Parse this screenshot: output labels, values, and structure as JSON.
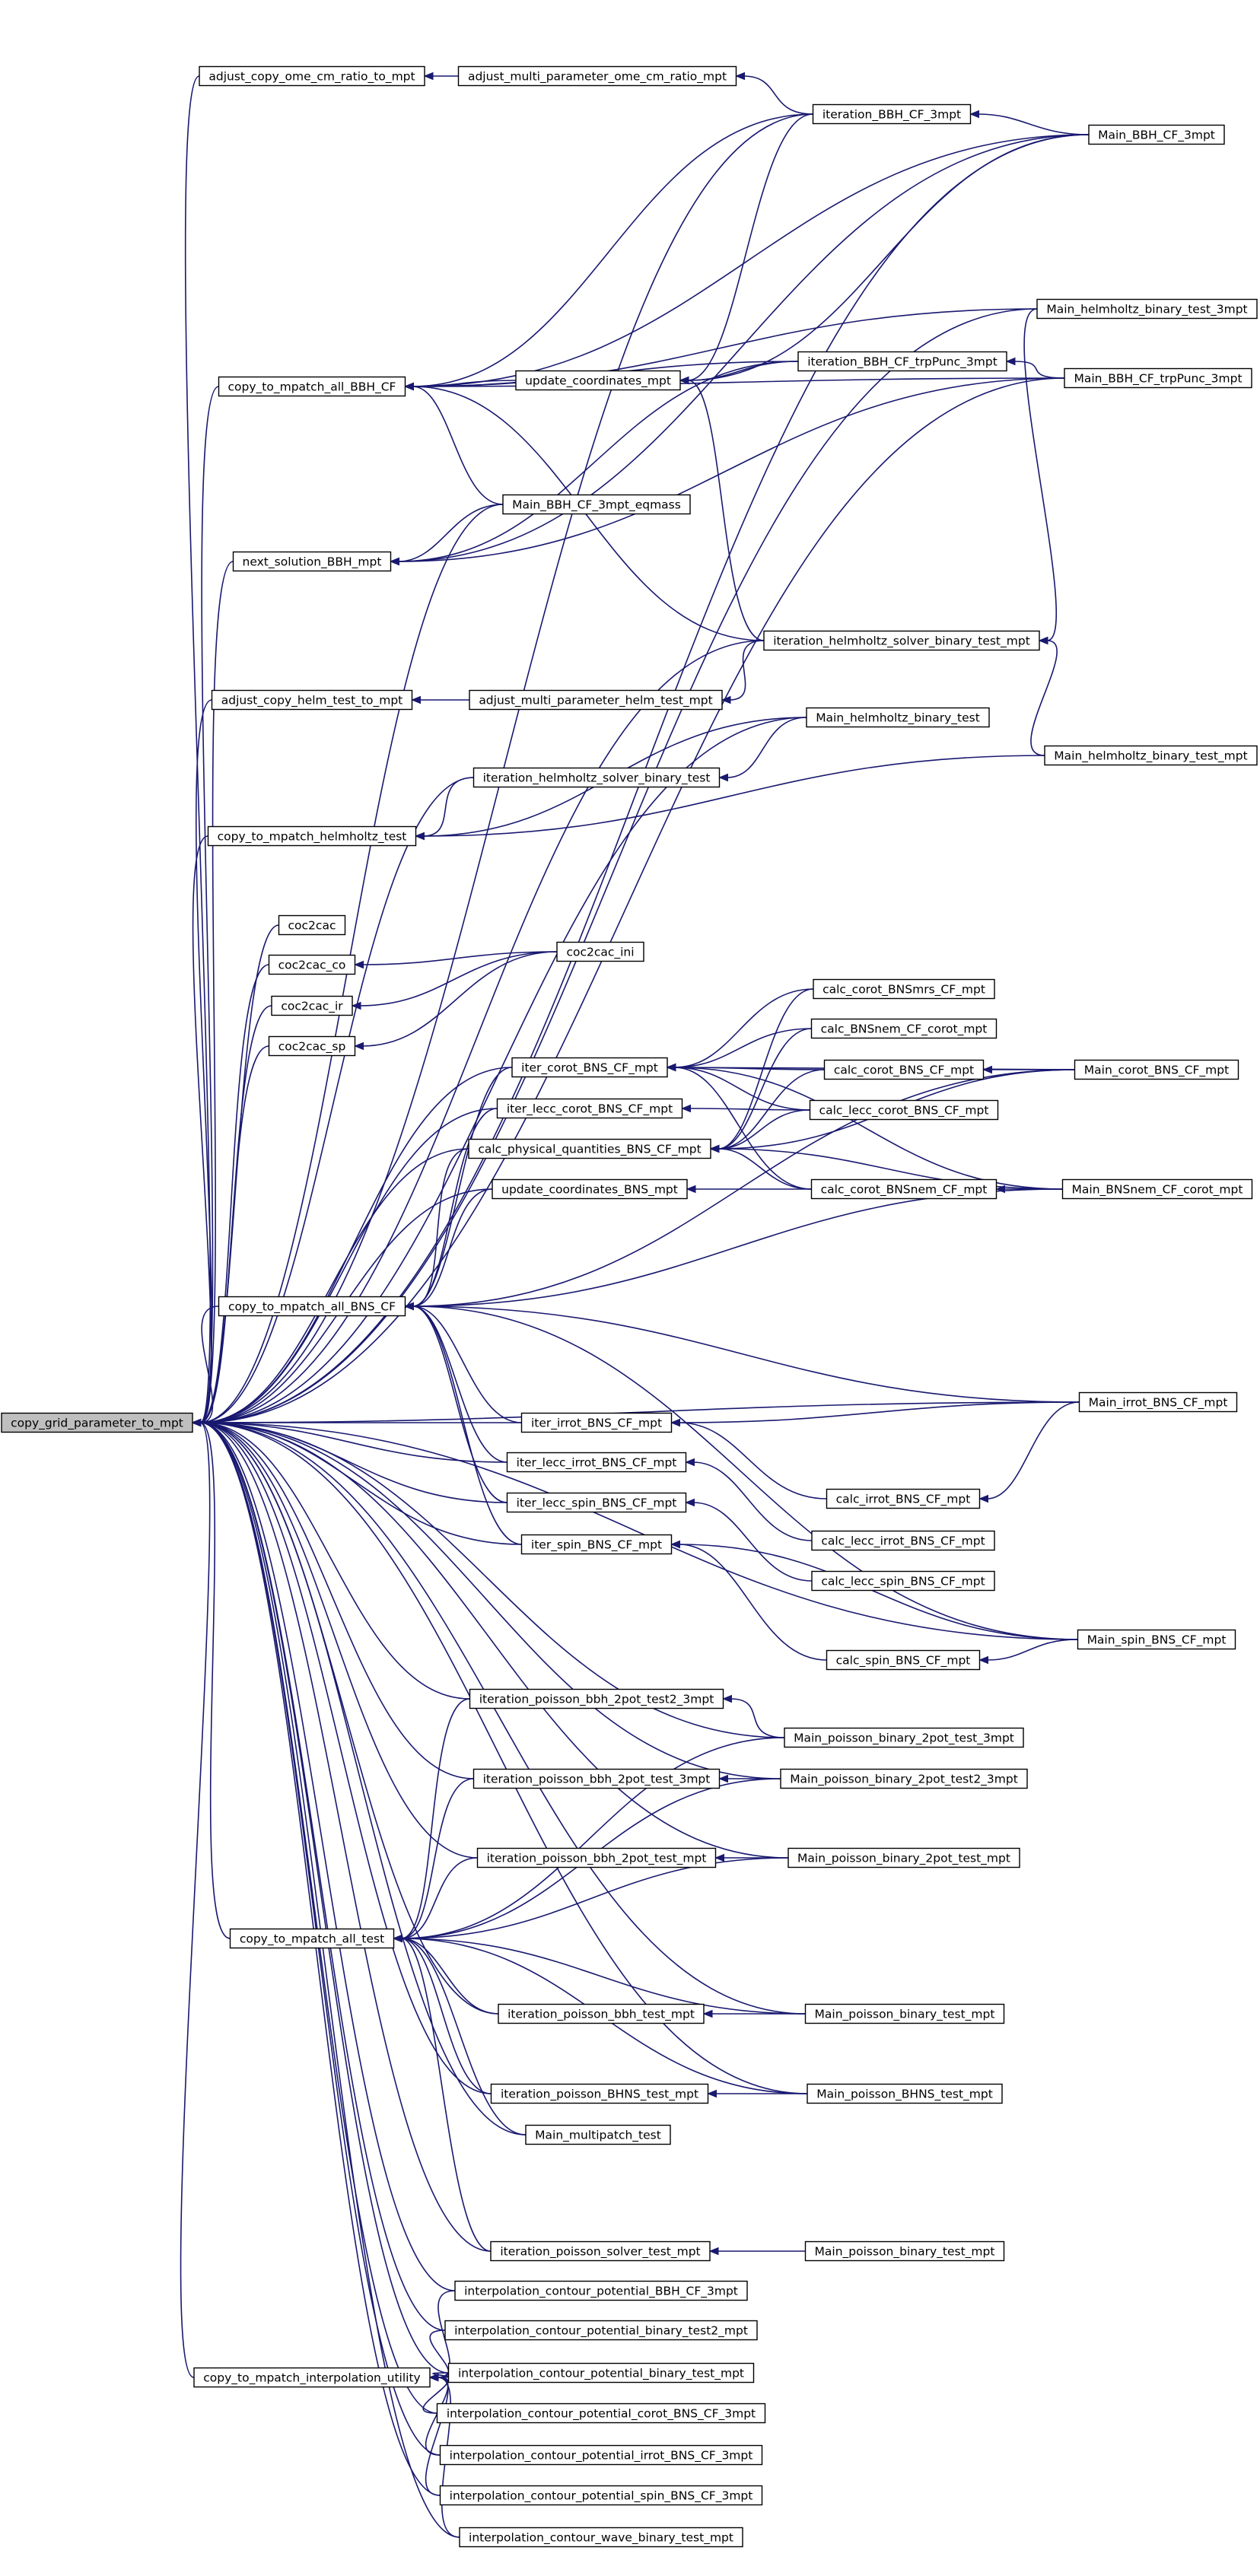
{
  "root": "copy_grid_parameter_to_mpt",
  "colors": {
    "edge": "#191970",
    "node_fill": "#ffffff",
    "root_fill": "#bfbfbf",
    "node_stroke": "#000000"
  },
  "nodes": [
    {
      "id": "n0",
      "label": "copy_grid_parameter_to_mpt",
      "root": true
    },
    {
      "id": "n1",
      "label": "adjust_copy_ome_cm_ratio_to_mpt"
    },
    {
      "id": "n2",
      "label": "adjust_multi_parameter_ome_cm_ratio_mpt"
    },
    {
      "id": "n3",
      "label": "iteration_BBH_CF_3mpt"
    },
    {
      "id": "n4",
      "label": "Main_BBH_CF_3mpt"
    },
    {
      "id": "n5",
      "label": "Main_helmholtz_binary_test_3mpt"
    },
    {
      "id": "n6",
      "label": "copy_to_mpatch_all_BBH_CF"
    },
    {
      "id": "n7",
      "label": "Main_BBH_CF_trpPunc_3mpt"
    },
    {
      "id": "n8",
      "label": "update_coordinates_mpt"
    },
    {
      "id": "n9",
      "label": "iteration_BBH_CF_trpPunc_3mpt"
    },
    {
      "id": "n10",
      "label": "Main_BBH_CF_3mpt_eqmass"
    },
    {
      "id": "n11",
      "label": "next_solution_BBH_mpt"
    },
    {
      "id": "n12",
      "label": "iteration_helmholtz_solver_binary_test_mpt"
    },
    {
      "id": "n13",
      "label": "adjust_copy_helm_test_to_mpt"
    },
    {
      "id": "n14",
      "label": "adjust_multi_parameter_helm_test_mpt"
    },
    {
      "id": "n15",
      "label": "Main_helmholtz_binary_test"
    },
    {
      "id": "n16",
      "label": "iteration_helmholtz_solver_binary_test"
    },
    {
      "id": "n17",
      "label": "Main_helmholtz_binary_test_mpt"
    },
    {
      "id": "n18",
      "label": "copy_to_mpatch_helmholtz_test"
    },
    {
      "id": "n19",
      "label": "coc2cac"
    },
    {
      "id": "n20",
      "label": "coc2cac_co"
    },
    {
      "id": "n21",
      "label": "coc2cac_ini"
    },
    {
      "id": "n22",
      "label": "coc2cac_ir"
    },
    {
      "id": "n23",
      "label": "coc2cac_sp"
    },
    {
      "id": "n24",
      "label": "calc_corot_BNSmrs_CF_mpt"
    },
    {
      "id": "n25",
      "label": "calc_BNSnem_CF_corot_mpt"
    },
    {
      "id": "n26",
      "label": "iter_corot_BNS_CF_mpt"
    },
    {
      "id": "n27",
      "label": "calc_corot_BNS_CF_mpt"
    },
    {
      "id": "n28",
      "label": "Main_corot_BNS_CF_mpt"
    },
    {
      "id": "n29",
      "label": "iter_lecc_corot_BNS_CF_mpt"
    },
    {
      "id": "n30",
      "label": "calc_lecc_corot_BNS_CF_mpt"
    },
    {
      "id": "n31",
      "label": "calc_physical_quantities_BNS_CF_mpt"
    },
    {
      "id": "n32",
      "label": "update_coordinates_BNS_mpt"
    },
    {
      "id": "n33",
      "label": "calc_corot_BNSnem_CF_mpt"
    },
    {
      "id": "n34",
      "label": "Main_BNSnem_CF_corot_mpt"
    },
    {
      "id": "n35",
      "label": "copy_to_mpatch_all_BNS_CF"
    },
    {
      "id": "n36",
      "label": "Main_irrot_BNS_CF_mpt"
    },
    {
      "id": "n37",
      "label": "iter_irrot_BNS_CF_mpt"
    },
    {
      "id": "n38",
      "label": "iter_lecc_irrot_BNS_CF_mpt"
    },
    {
      "id": "n39",
      "label": "calc_irrot_BNS_CF_mpt"
    },
    {
      "id": "n40",
      "label": "iter_lecc_spin_BNS_CF_mpt"
    },
    {
      "id": "n41",
      "label": "calc_lecc_irrot_BNS_CF_mpt"
    },
    {
      "id": "n42",
      "label": "iter_spin_BNS_CF_mpt"
    },
    {
      "id": "n43",
      "label": "calc_lecc_spin_BNS_CF_mpt"
    },
    {
      "id": "n44",
      "label": "Main_spin_BNS_CF_mpt"
    },
    {
      "id": "n45",
      "label": "calc_spin_BNS_CF_mpt"
    },
    {
      "id": "n46",
      "label": "iteration_poisson_bbh_2pot_test2_3mpt"
    },
    {
      "id": "n47",
      "label": "Main_poisson_binary_2pot_test_3mpt"
    },
    {
      "id": "n48",
      "label": "iteration_poisson_bbh_2pot_test_3mpt"
    },
    {
      "id": "n49",
      "label": "Main_poisson_binary_2pot_test2_3mpt"
    },
    {
      "id": "n50",
      "label": "iteration_poisson_bbh_2pot_test_mpt"
    },
    {
      "id": "n51",
      "label": "Main_poisson_binary_2pot_test_mpt"
    },
    {
      "id": "n52",
      "label": "copy_to_mpatch_all_test"
    },
    {
      "id": "n53",
      "label": "iteration_poisson_bbh_test_mpt"
    },
    {
      "id": "n54",
      "label": "Main_poisson_binary_test_mpt"
    },
    {
      "id": "n55",
      "label": "iteration_poisson_BHNS_test_mpt"
    },
    {
      "id": "n56",
      "label": "Main_poisson_BHNS_test_mpt"
    },
    {
      "id": "n57",
      "label": "Main_multipatch_test"
    },
    {
      "id": "n58",
      "label": "iteration_poisson_solver_test_mpt"
    },
    {
      "id": "n59",
      "label": "Main_poisson_binary_test_mpt"
    },
    {
      "id": "n60",
      "label": "interpolation_contour_potential_BBH_CF_3mpt"
    },
    {
      "id": "n61",
      "label": "interpolation_contour_potential_binary_test2_mpt"
    },
    {
      "id": "n62",
      "label": "copy_to_mpatch_interpolation_utility"
    },
    {
      "id": "n63",
      "label": "interpolation_contour_potential_binary_test_mpt"
    },
    {
      "id": "n64",
      "label": "interpolation_contour_potential_corot_BNS_CF_3mpt"
    },
    {
      "id": "n65",
      "label": "interpolation_contour_potential_irrot_BNS_CF_3mpt"
    },
    {
      "id": "n66",
      "label": "interpolation_contour_potential_spin_BNS_CF_3mpt"
    },
    {
      "id": "n67",
      "label": "interpolation_contour_wave_binary_test_mpt"
    }
  ],
  "edges": [
    [
      "n1",
      "n0"
    ],
    [
      "n2",
      "n1"
    ],
    [
      "n3",
      "n2"
    ],
    [
      "n4",
      "n3"
    ],
    [
      "n3",
      "n0"
    ],
    [
      "n4",
      "n0"
    ],
    [
      "n5",
      "n0"
    ],
    [
      "n7",
      "n0"
    ],
    [
      "n6",
      "n0"
    ],
    [
      "n3",
      "n6"
    ],
    [
      "n4",
      "n6"
    ],
    [
      "n5",
      "n6"
    ],
    [
      "n7",
      "n6"
    ],
    [
      "n9",
      "n6"
    ],
    [
      "n10",
      "n6"
    ],
    [
      "n12",
      "n6"
    ],
    [
      "n8",
      "n6"
    ],
    [
      "n3",
      "n8"
    ],
    [
      "n4",
      "n8"
    ],
    [
      "n9",
      "n8"
    ],
    [
      "n12",
      "n8"
    ],
    [
      "n7",
      "n9"
    ],
    [
      "n10",
      "n0"
    ],
    [
      "n11",
      "n0"
    ],
    [
      "n10",
      "n11"
    ],
    [
      "n4",
      "n11"
    ],
    [
      "n7",
      "n11"
    ],
    [
      "n9",
      "n11"
    ],
    [
      "n12",
      "n0"
    ],
    [
      "n5",
      "n12"
    ],
    [
      "n17",
      "n12"
    ],
    [
      "n13",
      "n0"
    ],
    [
      "n14",
      "n13"
    ],
    [
      "n12",
      "n14"
    ],
    [
      "n15",
      "n0"
    ],
    [
      "n16",
      "n0"
    ],
    [
      "n15",
      "n16"
    ],
    [
      "n18",
      "n0"
    ],
    [
      "n16",
      "n18"
    ],
    [
      "n15",
      "n18"
    ],
    [
      "n17",
      "n18"
    ],
    [
      "n19",
      "n0"
    ],
    [
      "n20",
      "n0"
    ],
    [
      "n21",
      "n20"
    ],
    [
      "n22",
      "n0"
    ],
    [
      "n21",
      "n22"
    ],
    [
      "n23",
      "n0"
    ],
    [
      "n21",
      "n23"
    ],
    [
      "n26",
      "n0"
    ],
    [
      "n28",
      "n26"
    ],
    [
      "n24",
      "n26"
    ],
    [
      "n25",
      "n26"
    ],
    [
      "n27",
      "n26"
    ],
    [
      "n30",
      "n26"
    ],
    [
      "n33",
      "n26"
    ],
    [
      "n34",
      "n26"
    ],
    [
      "n28",
      "n27"
    ],
    [
      "n29",
      "n0"
    ],
    [
      "n30",
      "n29"
    ],
    [
      "n31",
      "n0"
    ],
    [
      "n24",
      "n31"
    ],
    [
      "n25",
      "n31"
    ],
    [
      "n27",
      "n31"
    ],
    [
      "n30",
      "n31"
    ],
    [
      "n33",
      "n31"
    ],
    [
      "n28",
      "n31"
    ],
    [
      "n34",
      "n31"
    ],
    [
      "n32",
      "n0"
    ],
    [
      "n33",
      "n32"
    ],
    [
      "n34",
      "n33"
    ],
    [
      "n35",
      "n0"
    ],
    [
      "n26",
      "n35"
    ],
    [
      "n29",
      "n35"
    ],
    [
      "n31",
      "n35"
    ],
    [
      "n32",
      "n35"
    ],
    [
      "n37",
      "n35"
    ],
    [
      "n38",
      "n35"
    ],
    [
      "n40",
      "n35"
    ],
    [
      "n42",
      "n35"
    ],
    [
      "n28",
      "n35"
    ],
    [
      "n34",
      "n35"
    ],
    [
      "n36",
      "n35"
    ],
    [
      "n44",
      "n35"
    ],
    [
      "n36",
      "n0"
    ],
    [
      "n37",
      "n0"
    ],
    [
      "n39",
      "n37"
    ],
    [
      "n36",
      "n37"
    ],
    [
      "n36",
      "n39"
    ],
    [
      "n38",
      "n0"
    ],
    [
      "n41",
      "n38"
    ],
    [
      "n40",
      "n0"
    ],
    [
      "n43",
      "n40"
    ],
    [
      "n42",
      "n0"
    ],
    [
      "n45",
      "n42"
    ],
    [
      "n44",
      "n42"
    ],
    [
      "n44",
      "n45"
    ],
    [
      "n44",
      "n0"
    ],
    [
      "n46",
      "n0"
    ],
    [
      "n47",
      "n46"
    ],
    [
      "n47",
      "n0"
    ],
    [
      "n48",
      "n0"
    ],
    [
      "n49",
      "n48"
    ],
    [
      "n49",
      "n0"
    ],
    [
      "n50",
      "n0"
    ],
    [
      "n51",
      "n50"
    ],
    [
      "n51",
      "n0"
    ],
    [
      "n52",
      "n0"
    ],
    [
      "n46",
      "n52"
    ],
    [
      "n47",
      "n52"
    ],
    [
      "n48",
      "n52"
    ],
    [
      "n49",
      "n52"
    ],
    [
      "n50",
      "n52"
    ],
    [
      "n51",
      "n52"
    ],
    [
      "n53",
      "n52"
    ],
    [
      "n54",
      "n52"
    ],
    [
      "n55",
      "n52"
    ],
    [
      "n56",
      "n52"
    ],
    [
      "n57",
      "n52"
    ],
    [
      "n58",
      "n52"
    ],
    [
      "n53",
      "n0"
    ],
    [
      "n54",
      "n53"
    ],
    [
      "n54",
      "n0"
    ],
    [
      "n55",
      "n0"
    ],
    [
      "n56",
      "n55"
    ],
    [
      "n56",
      "n0"
    ],
    [
      "n57",
      "n0"
    ],
    [
      "n58",
      "n0"
    ],
    [
      "n59",
      "n58"
    ],
    [
      "n60",
      "n0"
    ],
    [
      "n61",
      "n0"
    ],
    [
      "n63",
      "n0"
    ],
    [
      "n62",
      "n0"
    ],
    [
      "n60",
      "n62"
    ],
    [
      "n61",
      "n62"
    ],
    [
      "n63",
      "n62"
    ],
    [
      "n64",
      "n62"
    ],
    [
      "n65",
      "n62"
    ],
    [
      "n66",
      "n62"
    ],
    [
      "n67",
      "n62"
    ],
    [
      "n64",
      "n0"
    ],
    [
      "n65",
      "n0"
    ],
    [
      "n66",
      "n0"
    ],
    [
      "n67",
      "n0"
    ]
  ]
}
